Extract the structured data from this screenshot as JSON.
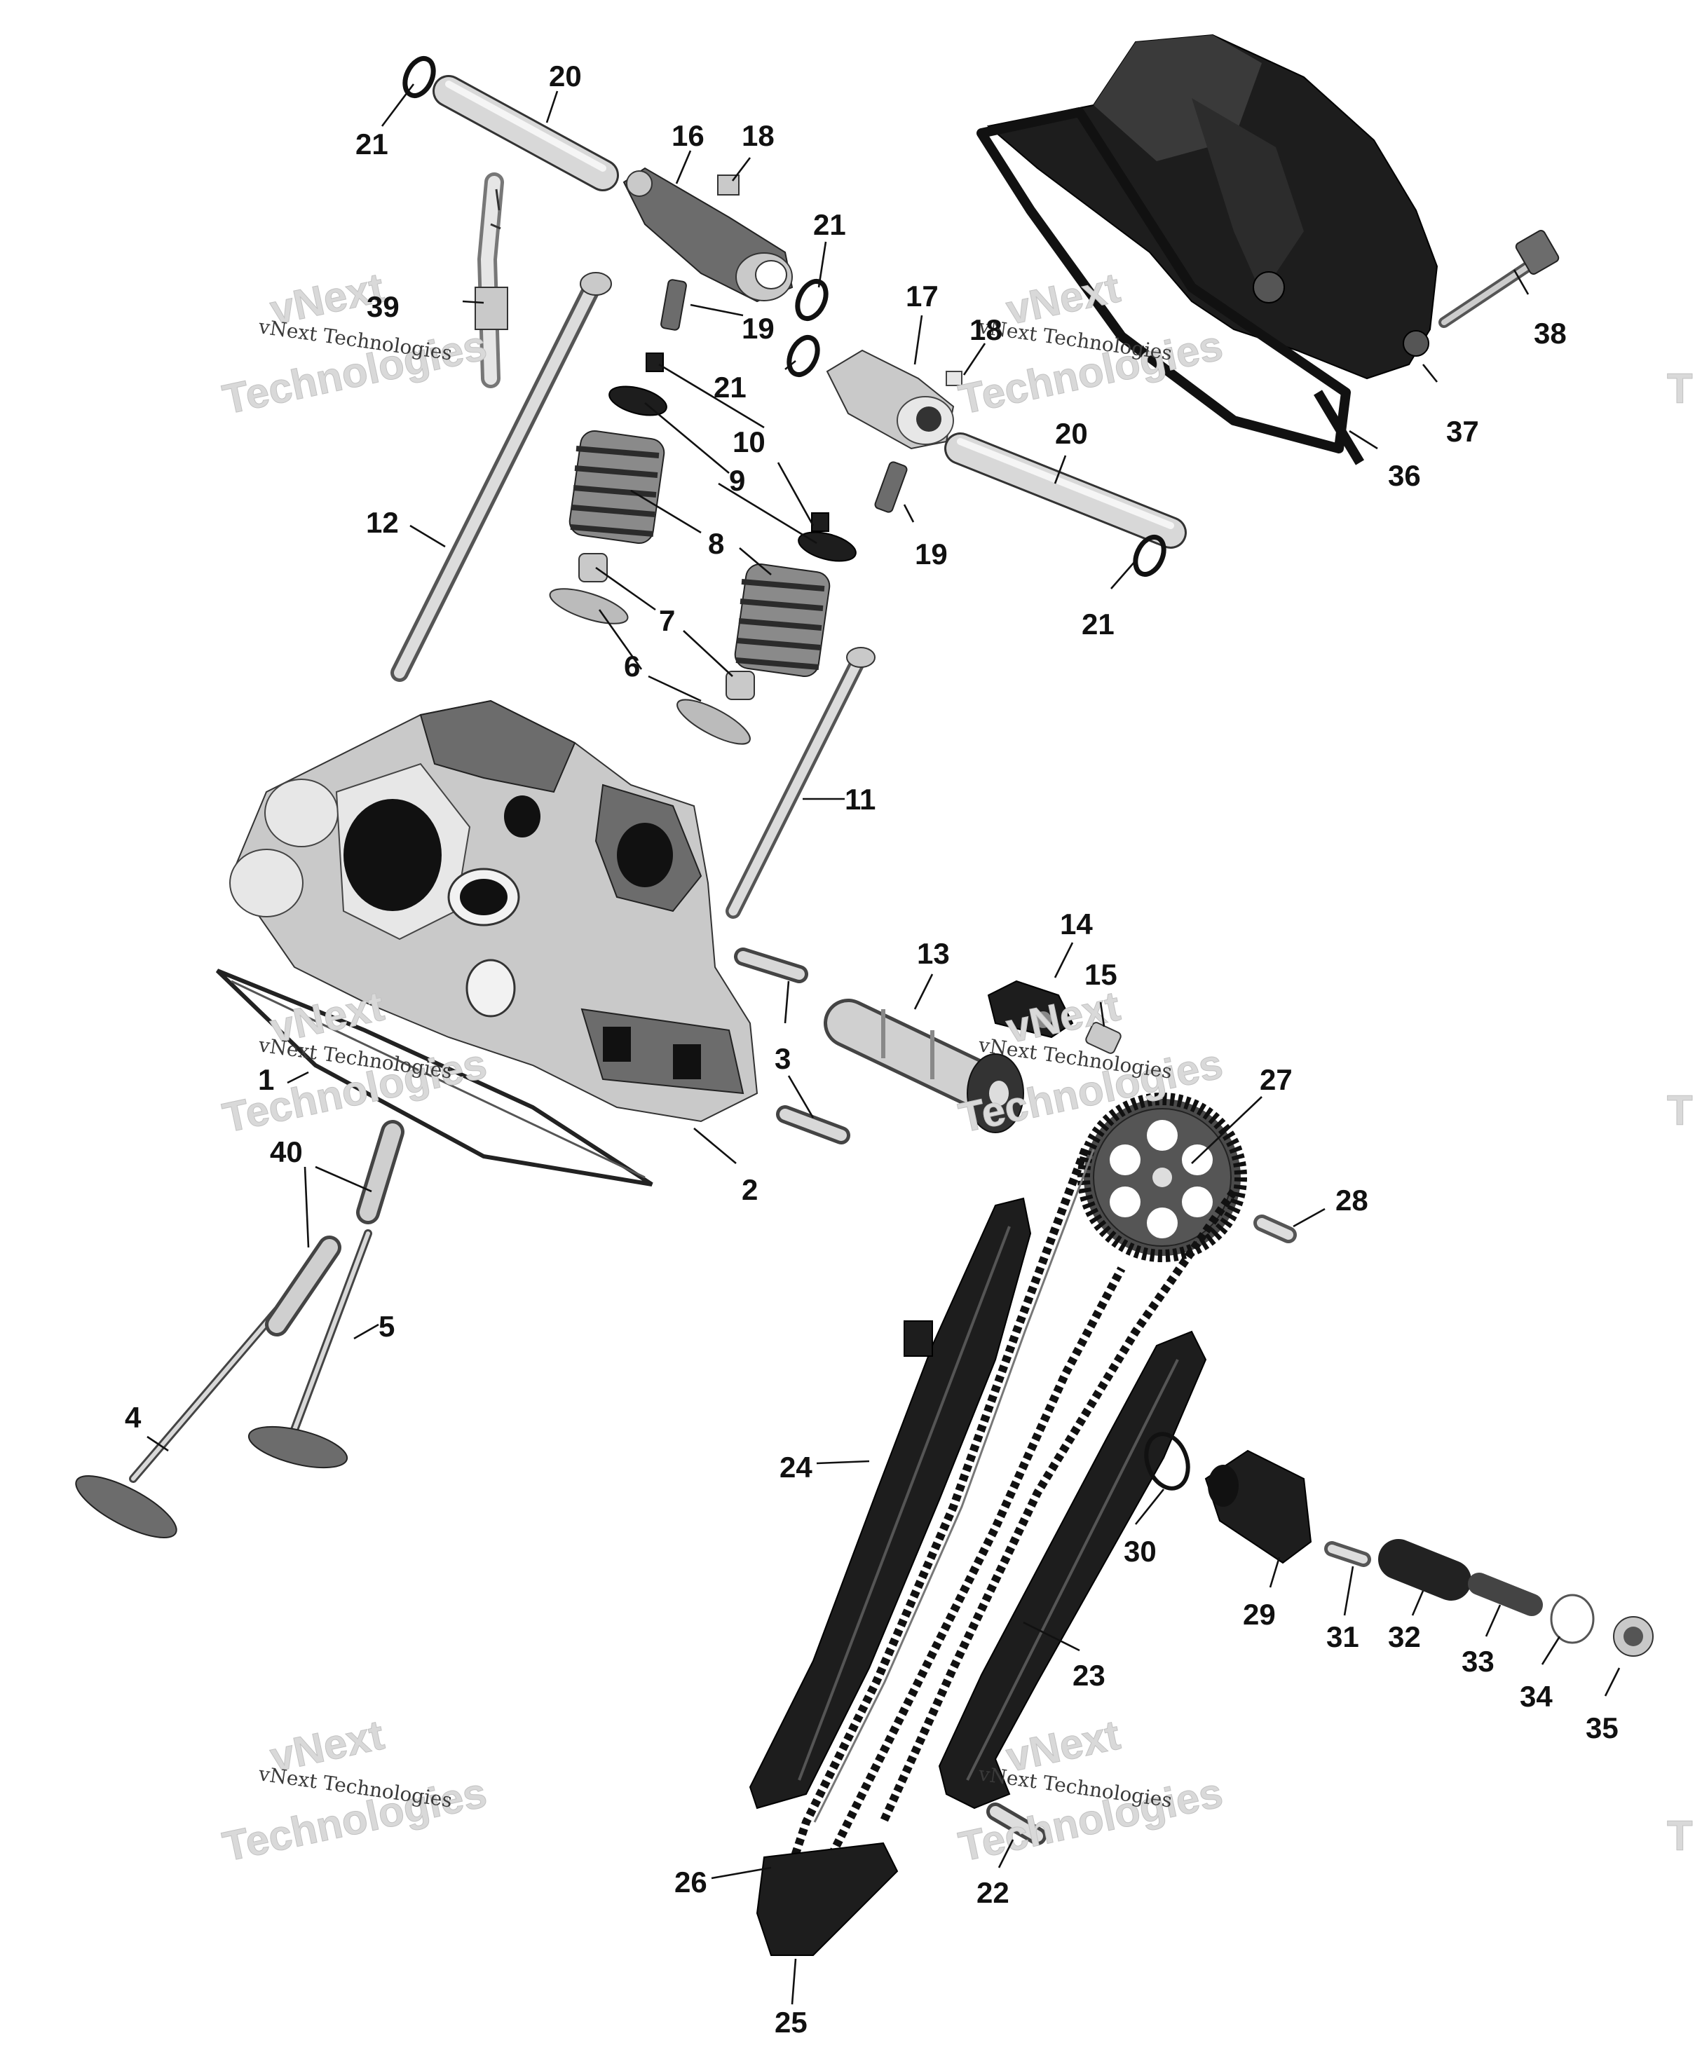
{
  "diagram": {
    "callouts": [
      "1",
      "2",
      "3",
      "4",
      "5",
      "6",
      "7",
      "8",
      "9",
      "10",
      "11",
      "12",
      "13",
      "14",
      "15",
      "16",
      "17",
      "18",
      "18",
      "19",
      "19",
      "20",
      "20",
      "21",
      "21",
      "21",
      "21",
      "22",
      "23",
      "24",
      "25",
      "26",
      "27",
      "28",
      "29",
      "30",
      "31",
      "32",
      "33",
      "34",
      "35",
      "36",
      "37",
      "38",
      "39",
      "40"
    ]
  },
  "watermark": {
    "line_1": "vNext Technologies",
    "line_2": "vNext",
    "line_3": "Technologies",
    "edge_letter": "T"
  },
  "colors": {
    "ink": "#111111",
    "part_dark": "#1d1d1d",
    "part_mid": "#6c6c6c",
    "part_light": "#c9c9c9",
    "watermark_fill": "#d9d9d9"
  }
}
